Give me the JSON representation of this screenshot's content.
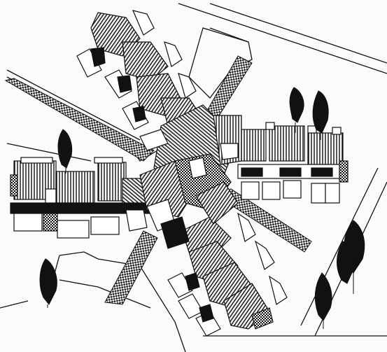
{
  "illustration": {
    "kind": "axonometric-site-plan-drawing",
    "style": "black-and-white pen hatching",
    "colors": {
      "ink": "#111111",
      "paper": "#fbfbfb",
      "light": "#ffffff"
    },
    "elements": [
      "row-houses-north-arm",
      "row-houses-east-arm",
      "row-houses-west-arm",
      "row-houses-south-arm",
      "central-cluster",
      "diagonal-paths",
      "trees",
      "streets"
    ]
  }
}
